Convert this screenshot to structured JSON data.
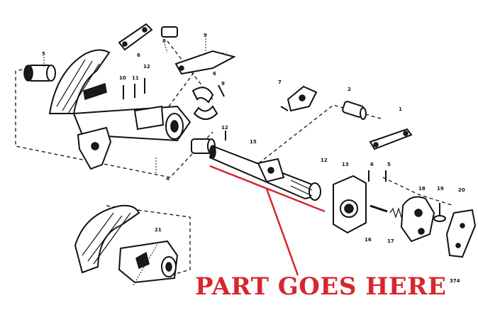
{
  "caption": {
    "text": "PART GOES HERE",
    "color": "#d8262e"
  },
  "callouts": [
    {
      "id": "c_top_left",
      "text": "5"
    },
    {
      "id": "c_brackets",
      "text": "8"
    },
    {
      "id": "c_bolt_top",
      "text": "9"
    },
    {
      "id": "c_left_bushing",
      "text": "6"
    },
    {
      "id": "c_screw_a",
      "text": "10"
    },
    {
      "id": "c_screw_b",
      "text": "11"
    },
    {
      "id": "c_screw_c",
      "text": "12"
    },
    {
      "id": "c_pin_a",
      "text": "6"
    },
    {
      "id": "c_pin_b",
      "text": "9"
    },
    {
      "id": "c_bracket_mid",
      "text": "7"
    },
    {
      "id": "c_bolt_mid",
      "text": "12"
    },
    {
      "id": "c_shaft",
      "text": "15"
    },
    {
      "id": "c_roller",
      "text": "2"
    },
    {
      "id": "c_link",
      "text": "1"
    },
    {
      "id": "c_bolt_right",
      "text": "12"
    },
    {
      "id": "c_block",
      "text": "13"
    },
    {
      "id": "c_pin_c",
      "text": "6"
    },
    {
      "id": "c_pin_d",
      "text": "5"
    },
    {
      "id": "c_arm",
      "text": "18"
    },
    {
      "id": "c_bolt_small",
      "text": "19"
    },
    {
      "id": "c_gasket",
      "text": "20"
    },
    {
      "id": "c_stud",
      "text": "16"
    },
    {
      "id": "c_spring",
      "text": "17"
    },
    {
      "id": "c_lower_housing",
      "text": "21"
    },
    {
      "id": "c_lower_left",
      "text": "4"
    },
    {
      "id": "c_fig",
      "text": "374"
    }
  ]
}
